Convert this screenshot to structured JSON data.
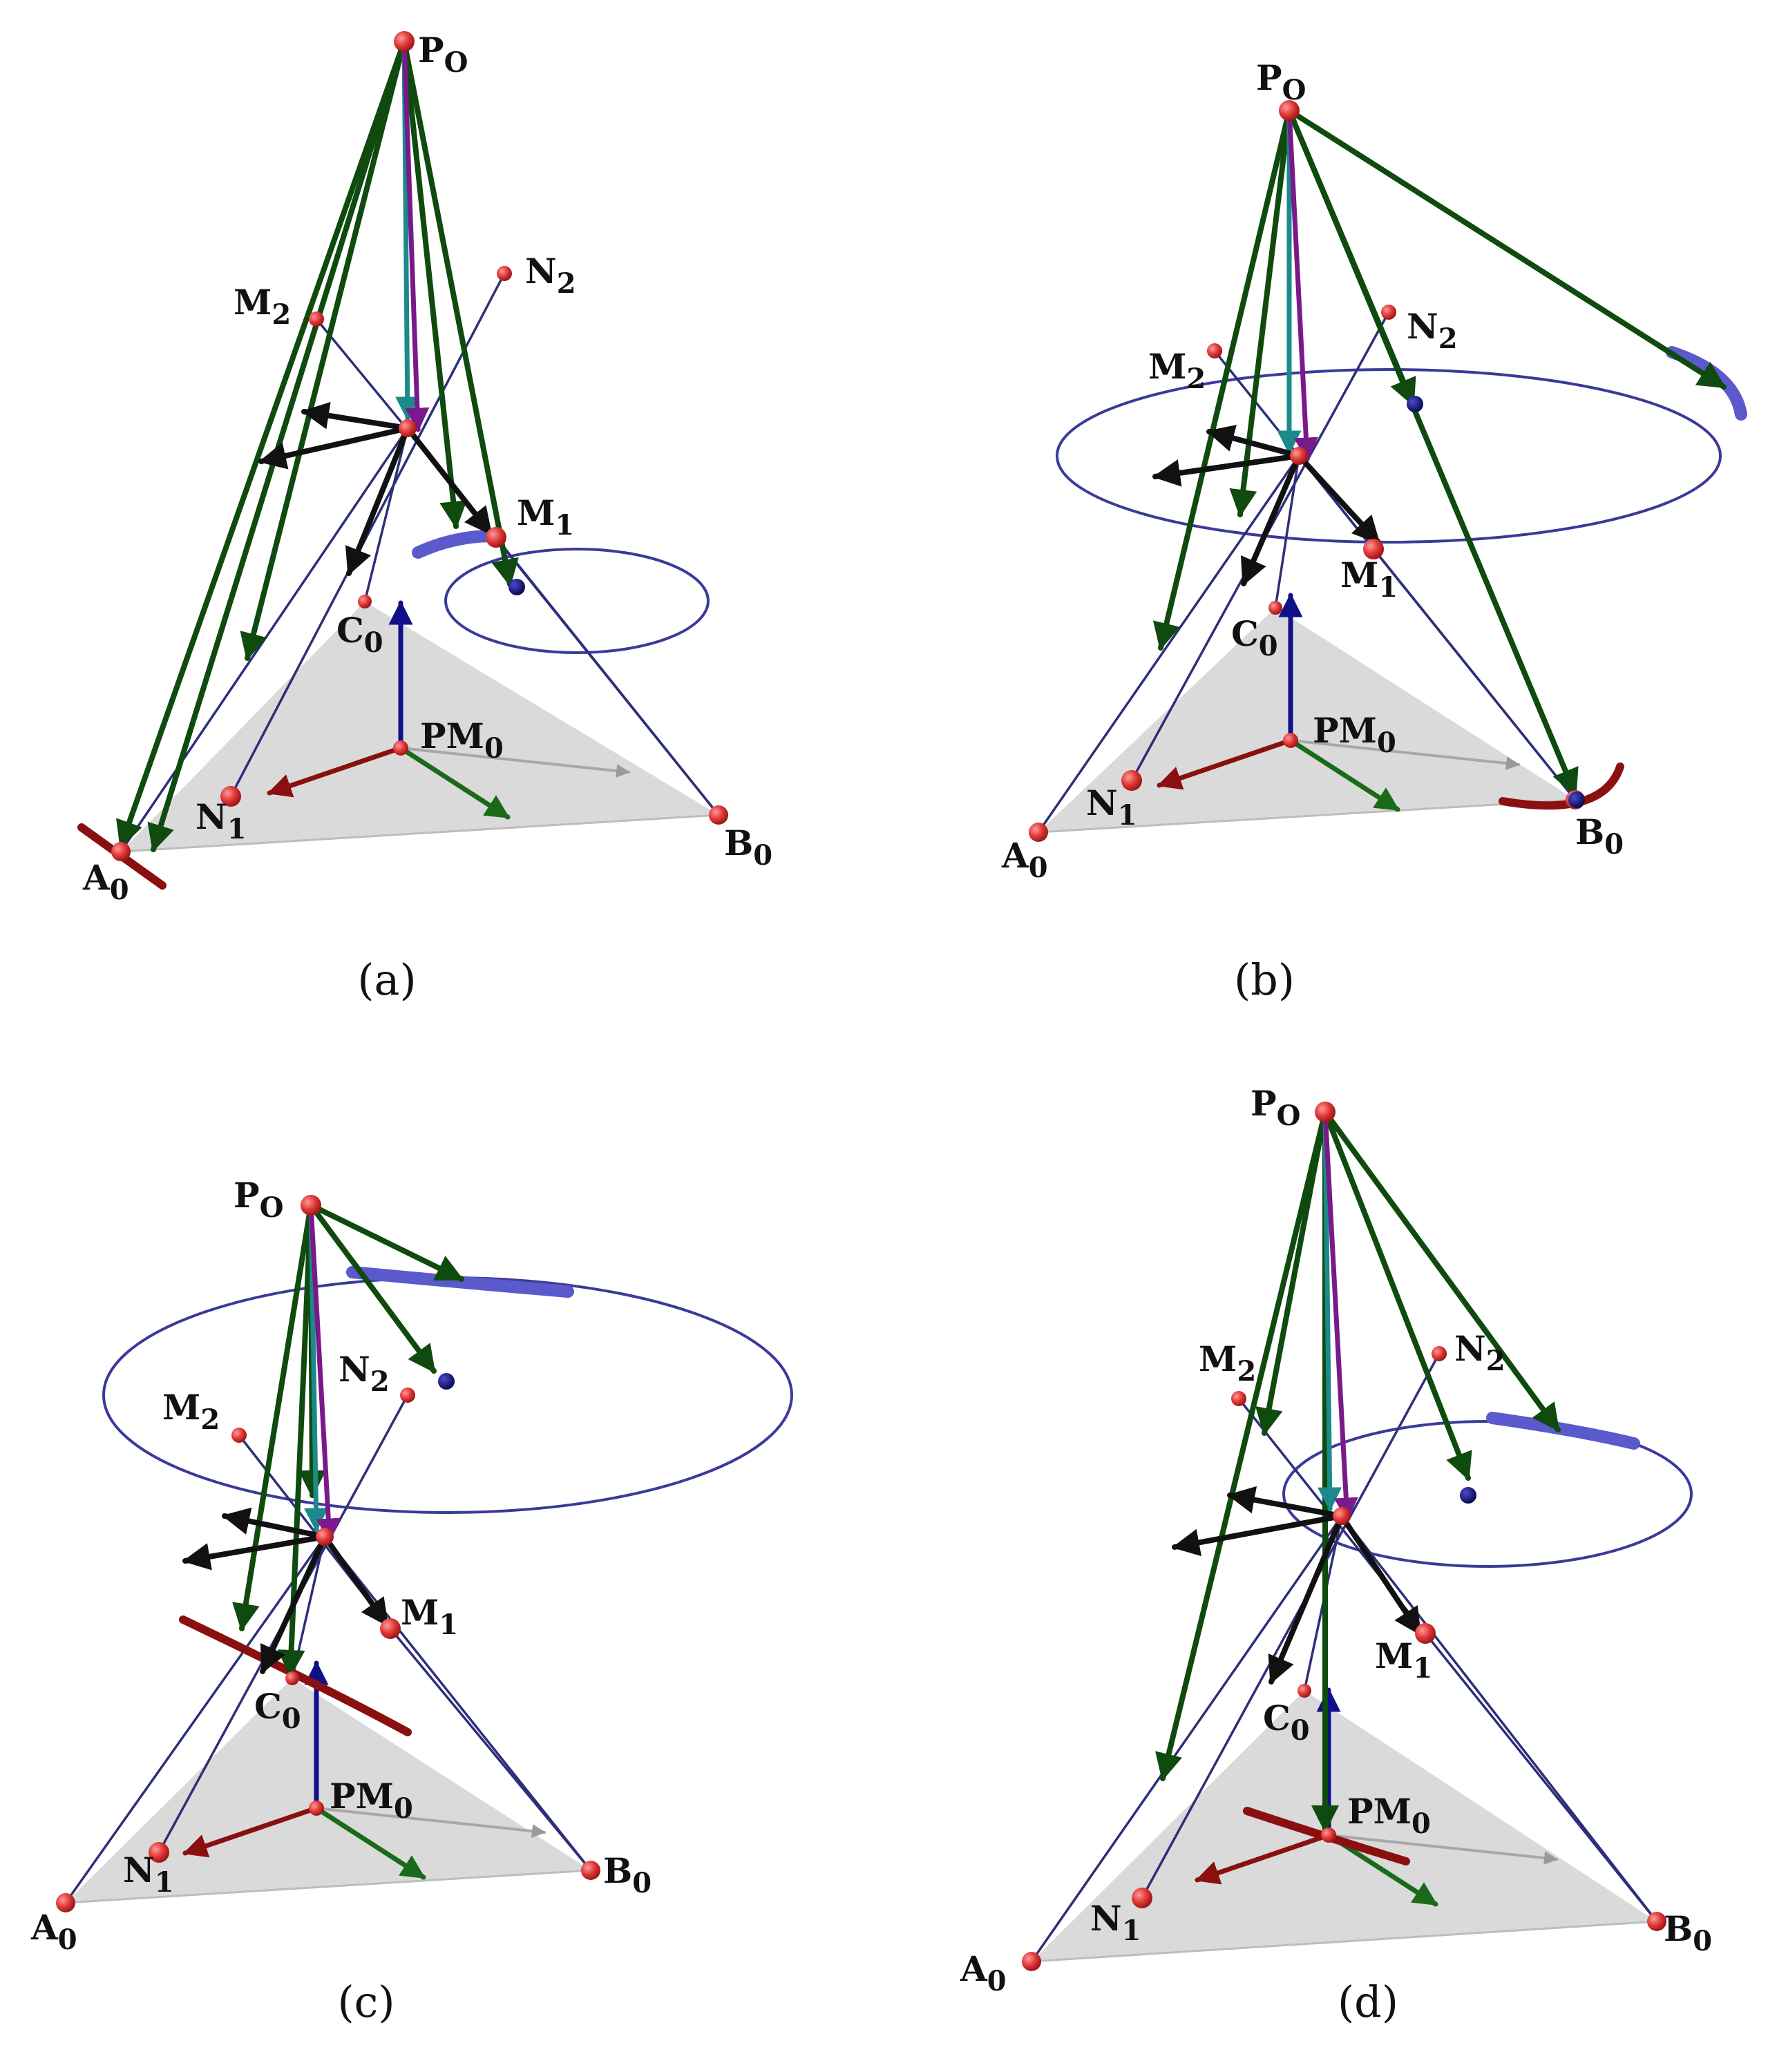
{
  "figure": {
    "panels": [
      {
        "id": "a",
        "caption": "(a)",
        "points": {
          "po": "P",
          "m2": "M",
          "n2": "N",
          "m1": "M",
          "c0": "C",
          "pm0": "PM",
          "n1": "N",
          "a0": "A",
          "b0": "B"
        },
        "subscripts": {
          "po": "O",
          "m2": "2",
          "n2": "2",
          "m1": "1",
          "c0": "0",
          "pm0": "0",
          "n1": "1",
          "a0": "0",
          "b0": "0"
        }
      },
      {
        "id": "b",
        "caption": "(b)",
        "points": {
          "po": "P",
          "m2": "M",
          "n2": "N",
          "m1": "M",
          "c0": "C",
          "pm0": "PM",
          "n1": "N",
          "a0": "A",
          "b0": "B"
        },
        "subscripts": {
          "po": "O",
          "m2": "2",
          "n2": "2",
          "m1": "1",
          "c0": "0",
          "pm0": "0",
          "n1": "1",
          "a0": "0",
          "b0": "0"
        }
      },
      {
        "id": "c",
        "caption": "(c)",
        "points": {
          "po": "P",
          "m2": "M",
          "n2": "N",
          "m1": "M",
          "c0": "C",
          "pm0": "PM",
          "n1": "N",
          "a0": "A",
          "b0": "B"
        },
        "subscripts": {
          "po": "O",
          "m2": "2",
          "n2": "2",
          "m1": "1",
          "c0": "0",
          "pm0": "0",
          "n1": "1",
          "a0": "0",
          "b0": "0"
        }
      },
      {
        "id": "d",
        "caption": "(d)",
        "points": {
          "po": "P",
          "m2": "M",
          "n2": "N",
          "m1": "M",
          "c0": "C",
          "pm0": "PM",
          "n1": "N",
          "a0": "A",
          "b0": "B"
        },
        "subscripts": {
          "po": "O",
          "m2": "2",
          "n2": "2",
          "m1": "1",
          "c0": "0",
          "pm0": "0",
          "n1": "1",
          "a0": "0",
          "b0": "0"
        }
      }
    ]
  },
  "colors": {
    "link": "#2d2f7a",
    "force_green": "#0f4a0f",
    "force_teal": "#1a8a8a",
    "force_purple": "#7a1a8a",
    "moment_black": "#111111",
    "axis_red": "#8a1010",
    "axis_green": "#1a6a1a",
    "axis_blue": "#10108a",
    "joint_red": "#e03a3a",
    "joint_blue": "#101070",
    "circle": "#3a3a9a",
    "arc_blue": "#5a5acc",
    "arc_red": "#8a1010",
    "base": "#d4d4d4"
  }
}
